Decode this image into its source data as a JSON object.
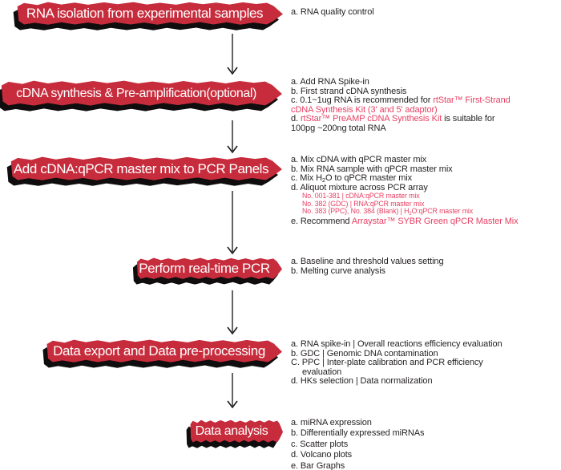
{
  "colors": {
    "banner_red": "#c72c3c",
    "banner_shadow": "#0f0d0d",
    "banner_text": "#ffffff",
    "note_text": "#231f20",
    "highlight_red": "#e74063",
    "background": "#ffffff"
  },
  "steps": [
    {
      "banner": "RNA isolation from experimental samples",
      "notes": [
        {
          "segs": [
            {
              "t": "a. RNA quality control"
            }
          ]
        }
      ]
    },
    {
      "banner": "cDNA synthesis & Pre-amplification(optional)",
      "notes": [
        {
          "segs": [
            {
              "t": "a. Add RNA Spike-in"
            }
          ]
        },
        {
          "segs": [
            {
              "t": "b. First strand cDNA synthesis"
            }
          ]
        },
        {
          "segs": [
            {
              "t": "c. 0.1~1ug RNA is recommended for "
            },
            {
              "t": "rtStar™ First-Strand",
              "c": "red"
            }
          ]
        },
        {
          "segs": [
            {
              "t": "cDNA Synthesis Kit (3' and 5' adaptor)",
              "c": "red"
            }
          ]
        },
        {
          "segs": [
            {
              "t": "d. "
            },
            {
              "t": "rtStar™ PreAMP cDNA Synthesis Kit",
              "c": "red"
            },
            {
              "t": " is suitable for"
            }
          ]
        },
        {
          "segs": [
            {
              "t": "100pg ~200ng total RNA"
            }
          ]
        }
      ]
    },
    {
      "banner": "Add cDNA:qPCR master mix to PCR Panels",
      "notes": [
        {
          "segs": [
            {
              "t": "a. Mix cDNA with qPCR master mix"
            }
          ]
        },
        {
          "segs": [
            {
              "t": "b. Mix RNA sample with qPCR master mix"
            }
          ]
        },
        {
          "segs": [
            {
              "t": "c. Mix H"
            },
            {
              "t": "2",
              "sub": true
            },
            {
              "t": "O to qPCR master mix"
            }
          ]
        },
        {
          "segs": [
            {
              "t": "d. Aliquot mixture across PCR array"
            }
          ]
        },
        {
          "small": true,
          "indent": true,
          "segs": [
            {
              "t": "No. 001-381 | cDNA:qPCR master mix",
              "c": "red"
            }
          ]
        },
        {
          "small": true,
          "indent": true,
          "segs": [
            {
              "t": "No. 382 (GDC) | RNA:qPCR master mix",
              "c": "red"
            }
          ]
        },
        {
          "small": true,
          "indent": true,
          "segs": [
            {
              "t": "No. 383 (PPC), No. 384 (Blank) | H",
              "c": "red"
            },
            {
              "t": "2",
              "sub": true,
              "c": "red"
            },
            {
              "t": "O:qPCR master mix",
              "c": "red"
            }
          ]
        },
        {
          "segs": [
            {
              "t": "e. Recommend "
            },
            {
              "t": "Arraystar™ SYBR Green qPCR Master Mix",
              "c": "red"
            }
          ]
        }
      ]
    },
    {
      "banner": "Perform real-time PCR",
      "notes": [
        {
          "segs": [
            {
              "t": "a. Baseline and threshold values setting"
            }
          ]
        },
        {
          "segs": [
            {
              "t": "b. Melting curve analysis"
            }
          ]
        }
      ]
    },
    {
      "banner": "Data export and Data pre-processing",
      "notes": [
        {
          "segs": [
            {
              "t": "a. RNA spike-in | Overall reactions efficiency evaluation"
            }
          ]
        },
        {
          "segs": [
            {
              "t": "b. GDC | Genomic DNA contamination"
            }
          ]
        },
        {
          "segs": [
            {
              "t": "C. PPC | Inter-plate calibration and PCR efficiency"
            }
          ]
        },
        {
          "indent": true,
          "segs": [
            {
              "t": "evaluation"
            }
          ]
        },
        {
          "segs": [
            {
              "t": "d. HKs selection | Data normalization"
            }
          ]
        }
      ]
    },
    {
      "banner": "Data analysis",
      "notes": [
        {
          "segs": [
            {
              "t": "a. miRNA expression"
            }
          ]
        },
        {
          "segs": [
            {
              "t": "b. Differentially expressed miRNAs"
            }
          ]
        },
        {
          "segs": [
            {
              "t": "c. Scatter plots"
            }
          ]
        },
        {
          "segs": [
            {
              "t": "d. Volcano plots"
            }
          ]
        },
        {
          "segs": [
            {
              "t": "e. Bar Graphs"
            }
          ]
        }
      ]
    }
  ]
}
